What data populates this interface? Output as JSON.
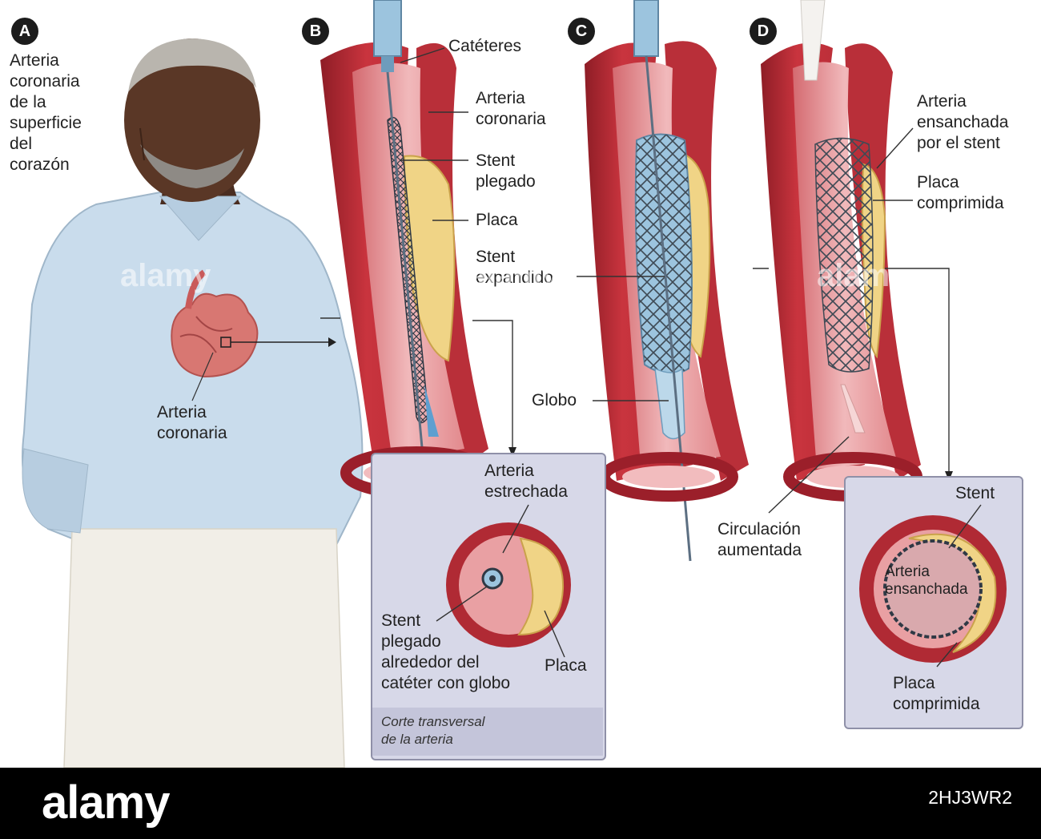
{
  "panels": {
    "a": {
      "badge": "A",
      "title": "Arteria\ncoronaria\nde la\nsuperficie\ndel\ncorazón",
      "artery_label": "Arteria\ncoronaria"
    },
    "b": {
      "badge": "B",
      "catheters": "Catéteres",
      "artery": "Arteria\ncoronaria",
      "stent_folded": "Stent\nplegado",
      "plaque": "Placa",
      "stent_expanded": "Stent\nexpandido"
    },
    "b_inset": {
      "narrowed": "Arteria\nestrechada",
      "stent_folded_around": "Stent\nplegado\nalrededor del\ncatéter con globo",
      "plaque": "Placa",
      "caption": "Corte transversal\nde la arteria"
    },
    "c": {
      "badge": "C",
      "balloon": "Globo"
    },
    "d": {
      "badge": "D",
      "widened": "Arteria\nensanchada\npor el stent",
      "compressed": "Placa\ncomprimida",
      "increased_flow": "Circulación\naumentada"
    },
    "d_inset": {
      "stent": "Stent",
      "widened": "Arteria\nensanchada",
      "compressed": "Placa\ncomprimida"
    }
  },
  "watermark": "alamy",
  "footer": {
    "brand": "alamy",
    "stock_id": "2HJ3WR2"
  },
  "colors": {
    "artery_red": "#c0313b",
    "artery_inner": "#e9a0a3",
    "plaque_yellow": "#f0d486",
    "stent_blue": "#7fb3d4",
    "inset_bg": "#d7d8e8",
    "shirt_blue": "#c9dcec"
  }
}
